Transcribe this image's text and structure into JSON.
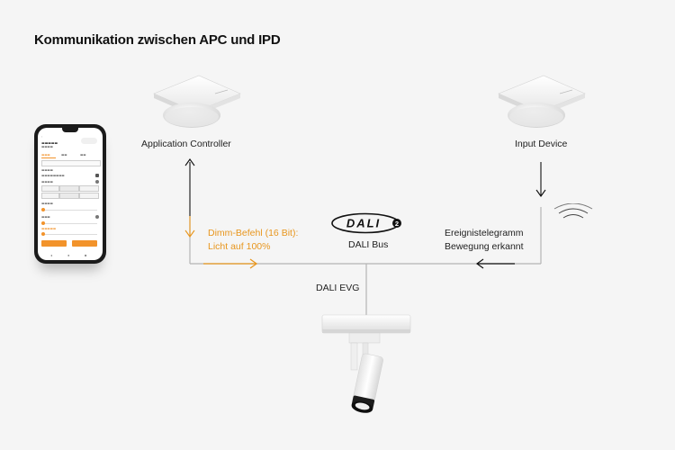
{
  "title": "Kommunikation zwischen APC und IPD",
  "nodes": {
    "application_controller": "Application Controller",
    "input_device": "Input Device",
    "dali_bus": "DALI Bus",
    "dali_evg": "DALI EVG",
    "dali_logo": "DALI",
    "dali_logo_version": "2"
  },
  "messages": {
    "command": [
      "Dimm-Befehl (16 Bit):",
      "Licht auf 100%"
    ],
    "event": [
      "Ereignistelegramm",
      "Bewegung erkannt"
    ]
  },
  "colors": {
    "accent_orange": "#e8961e",
    "line_gray": "#b0b0b0",
    "arrow_dark": "#111111",
    "background": "#f5f5f5"
  },
  "icons": [
    "phone-icon",
    "sensor-device-icon",
    "spotlight-icon",
    "wireless-signal-icon",
    "dali-logo-icon"
  ]
}
